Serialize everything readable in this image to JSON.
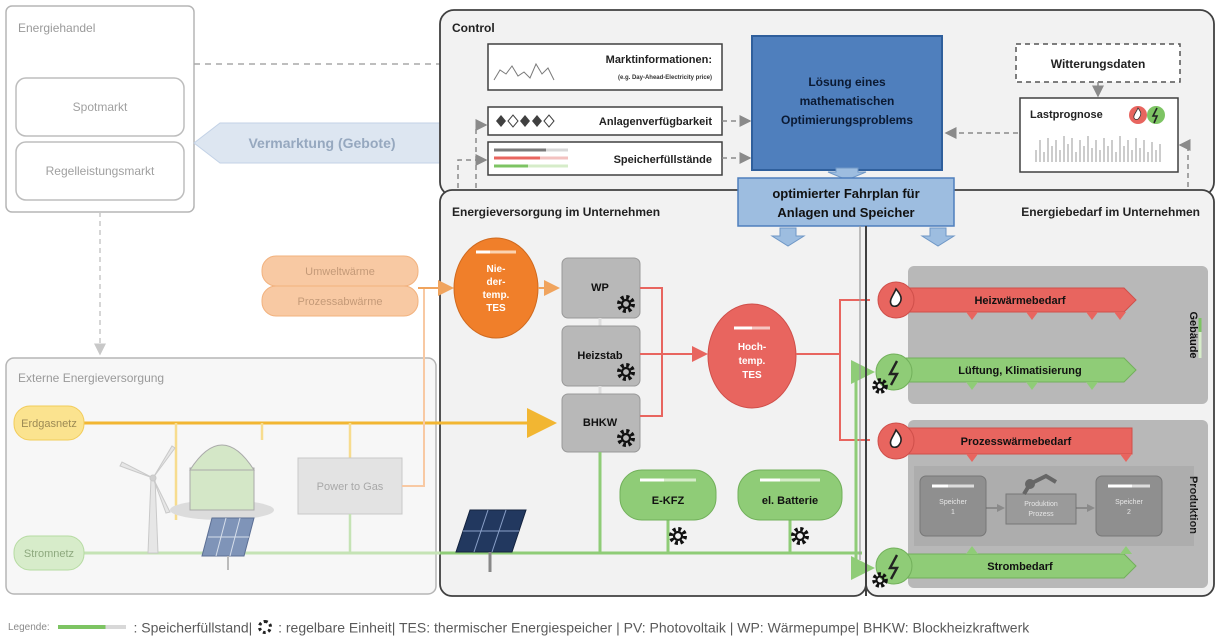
{
  "energiehandel": {
    "title": "Energiehandel",
    "spotmarkt": "Spotmarkt",
    "regelleistungsmarkt": "Regelleistungsmarkt"
  },
  "vermarktung": "Vermarktung (Gebote)",
  "control": {
    "title": "Control",
    "marktinfo_title": "Marktinformationen:",
    "marktinfo_sub": "(e.g. Day-Ahead-Electricity price)",
    "anlagenverfuegbarkeit": "Anlagenverfügbarkeit",
    "speicherfuellstaende": "Speicherfüllstände",
    "optimierung_line1": "Lösung eines",
    "optimierung_line2": "mathematischen",
    "optimierung_line3": "Optimierungsproblems",
    "witterungsdaten": "Witterungsdaten",
    "lastprognose": "Lastprognose"
  },
  "fahrplan": {
    "line1": "optimierter Fahrplan für",
    "line2": "Anlagen und Speicher"
  },
  "versorgung": {
    "title": "Energieversorgung im Unternehmen",
    "umweltwaerme": "Umweltwärme",
    "prozessabwaerme": "Prozessabwärme",
    "tes_low": [
      "Nie-",
      "der-",
      "temp.",
      "TES"
    ],
    "wp": "WP",
    "heizstab": "Heizstab",
    "bhkw": "BHKW",
    "tes_high": [
      "Hoch-",
      "temp.",
      "TES"
    ],
    "ekfz": "E-KFZ",
    "batterie": "el. Batterie"
  },
  "extern": {
    "title": "Externe Energieversorgung",
    "erdgasnetz": "Erdgasnetz",
    "stromnetz": "Stromnetz",
    "power_to_gas": "Power to Gas"
  },
  "bedarf": {
    "title": "Energiebedarf im Unternehmen",
    "heizwaerme": "Heizwärmebedarf",
    "lueftung": "Lüftung, Klimatisierung",
    "gebaeude": "Gebäude",
    "prozesswaerme": "Prozesswärmebedarf",
    "speicher_a": "Speicher",
    "speicher_a_num": "1",
    "prozess_line1": "Produktion",
    "prozess_line2": "Prozess",
    "speicher_b": "Speicher",
    "speicher_b_num": "2",
    "strombedarf": "Strombedarf",
    "produktion": "Produktion"
  },
  "legend": {
    "label": "Legende:",
    "speicherfuellstand": ": Speicherfüllstand|",
    "regelbar": ": regelbare Einheit| TES: thermischer Energiespeicher | PV: Photovoltaik | WP: Wärmepumpe| BHKW: Blockheizkraftwerk"
  },
  "colors": {
    "orange": "#f07f2a",
    "orange_light": "#f8c9a3",
    "red": "#e8655f",
    "red_light": "#f28c88",
    "green": "#7dc463",
    "green_light": "#b9dea5",
    "yellow": "#f5c747",
    "blue_dark": "#4f7fbd",
    "blue_light": "#9dbde0",
    "gray_box": "#b8b8b8",
    "gray_bg": "#f2f2f2"
  }
}
